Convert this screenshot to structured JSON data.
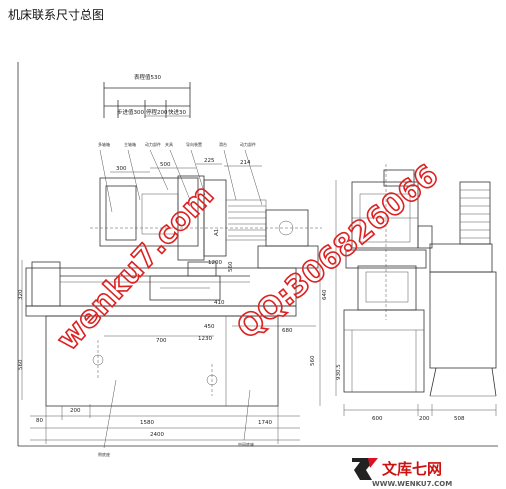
{
  "page": {
    "title": "机床联系尺寸总图"
  },
  "diagram": {
    "top_dims": {
      "d1": "表程值530",
      "d2": "步进值300",
      "d3": "停程200",
      "d4": "快进30"
    },
    "front_dims": {
      "d300": "300",
      "d500": "500",
      "d225": "225",
      "d214": "214",
      "d1200": "1200",
      "d410": "410",
      "d200": "200",
      "d700": "700",
      "d450": "450",
      "d1230": "1230",
      "d680": "680",
      "d80": "80",
      "d200b": "200",
      "d1580": "1580",
      "d1740": "1740",
      "d2400": "2400",
      "h320": "320",
      "h560": "560",
      "h560b": "560",
      "h640": "640",
      "h560c": "560",
      "h1": "A1"
    },
    "side_dims": {
      "d600": "600",
      "d200": "200",
      "d508": "508",
      "h930": "930.5"
    },
    "callouts": {
      "c1": "多轴箱",
      "c2": "主轴箱",
      "c3": "动力部件",
      "c4": "夹具",
      "c5": "导向装置",
      "c6": "滑台",
      "c7": "侧底座",
      "c8": "中间底座"
    }
  },
  "watermarks": {
    "w1": "wenku7.com",
    "w2": "QQ:306826066"
  },
  "logo": {
    "cn": "文库七网",
    "url": "WWW.WENKU7.COM"
  }
}
